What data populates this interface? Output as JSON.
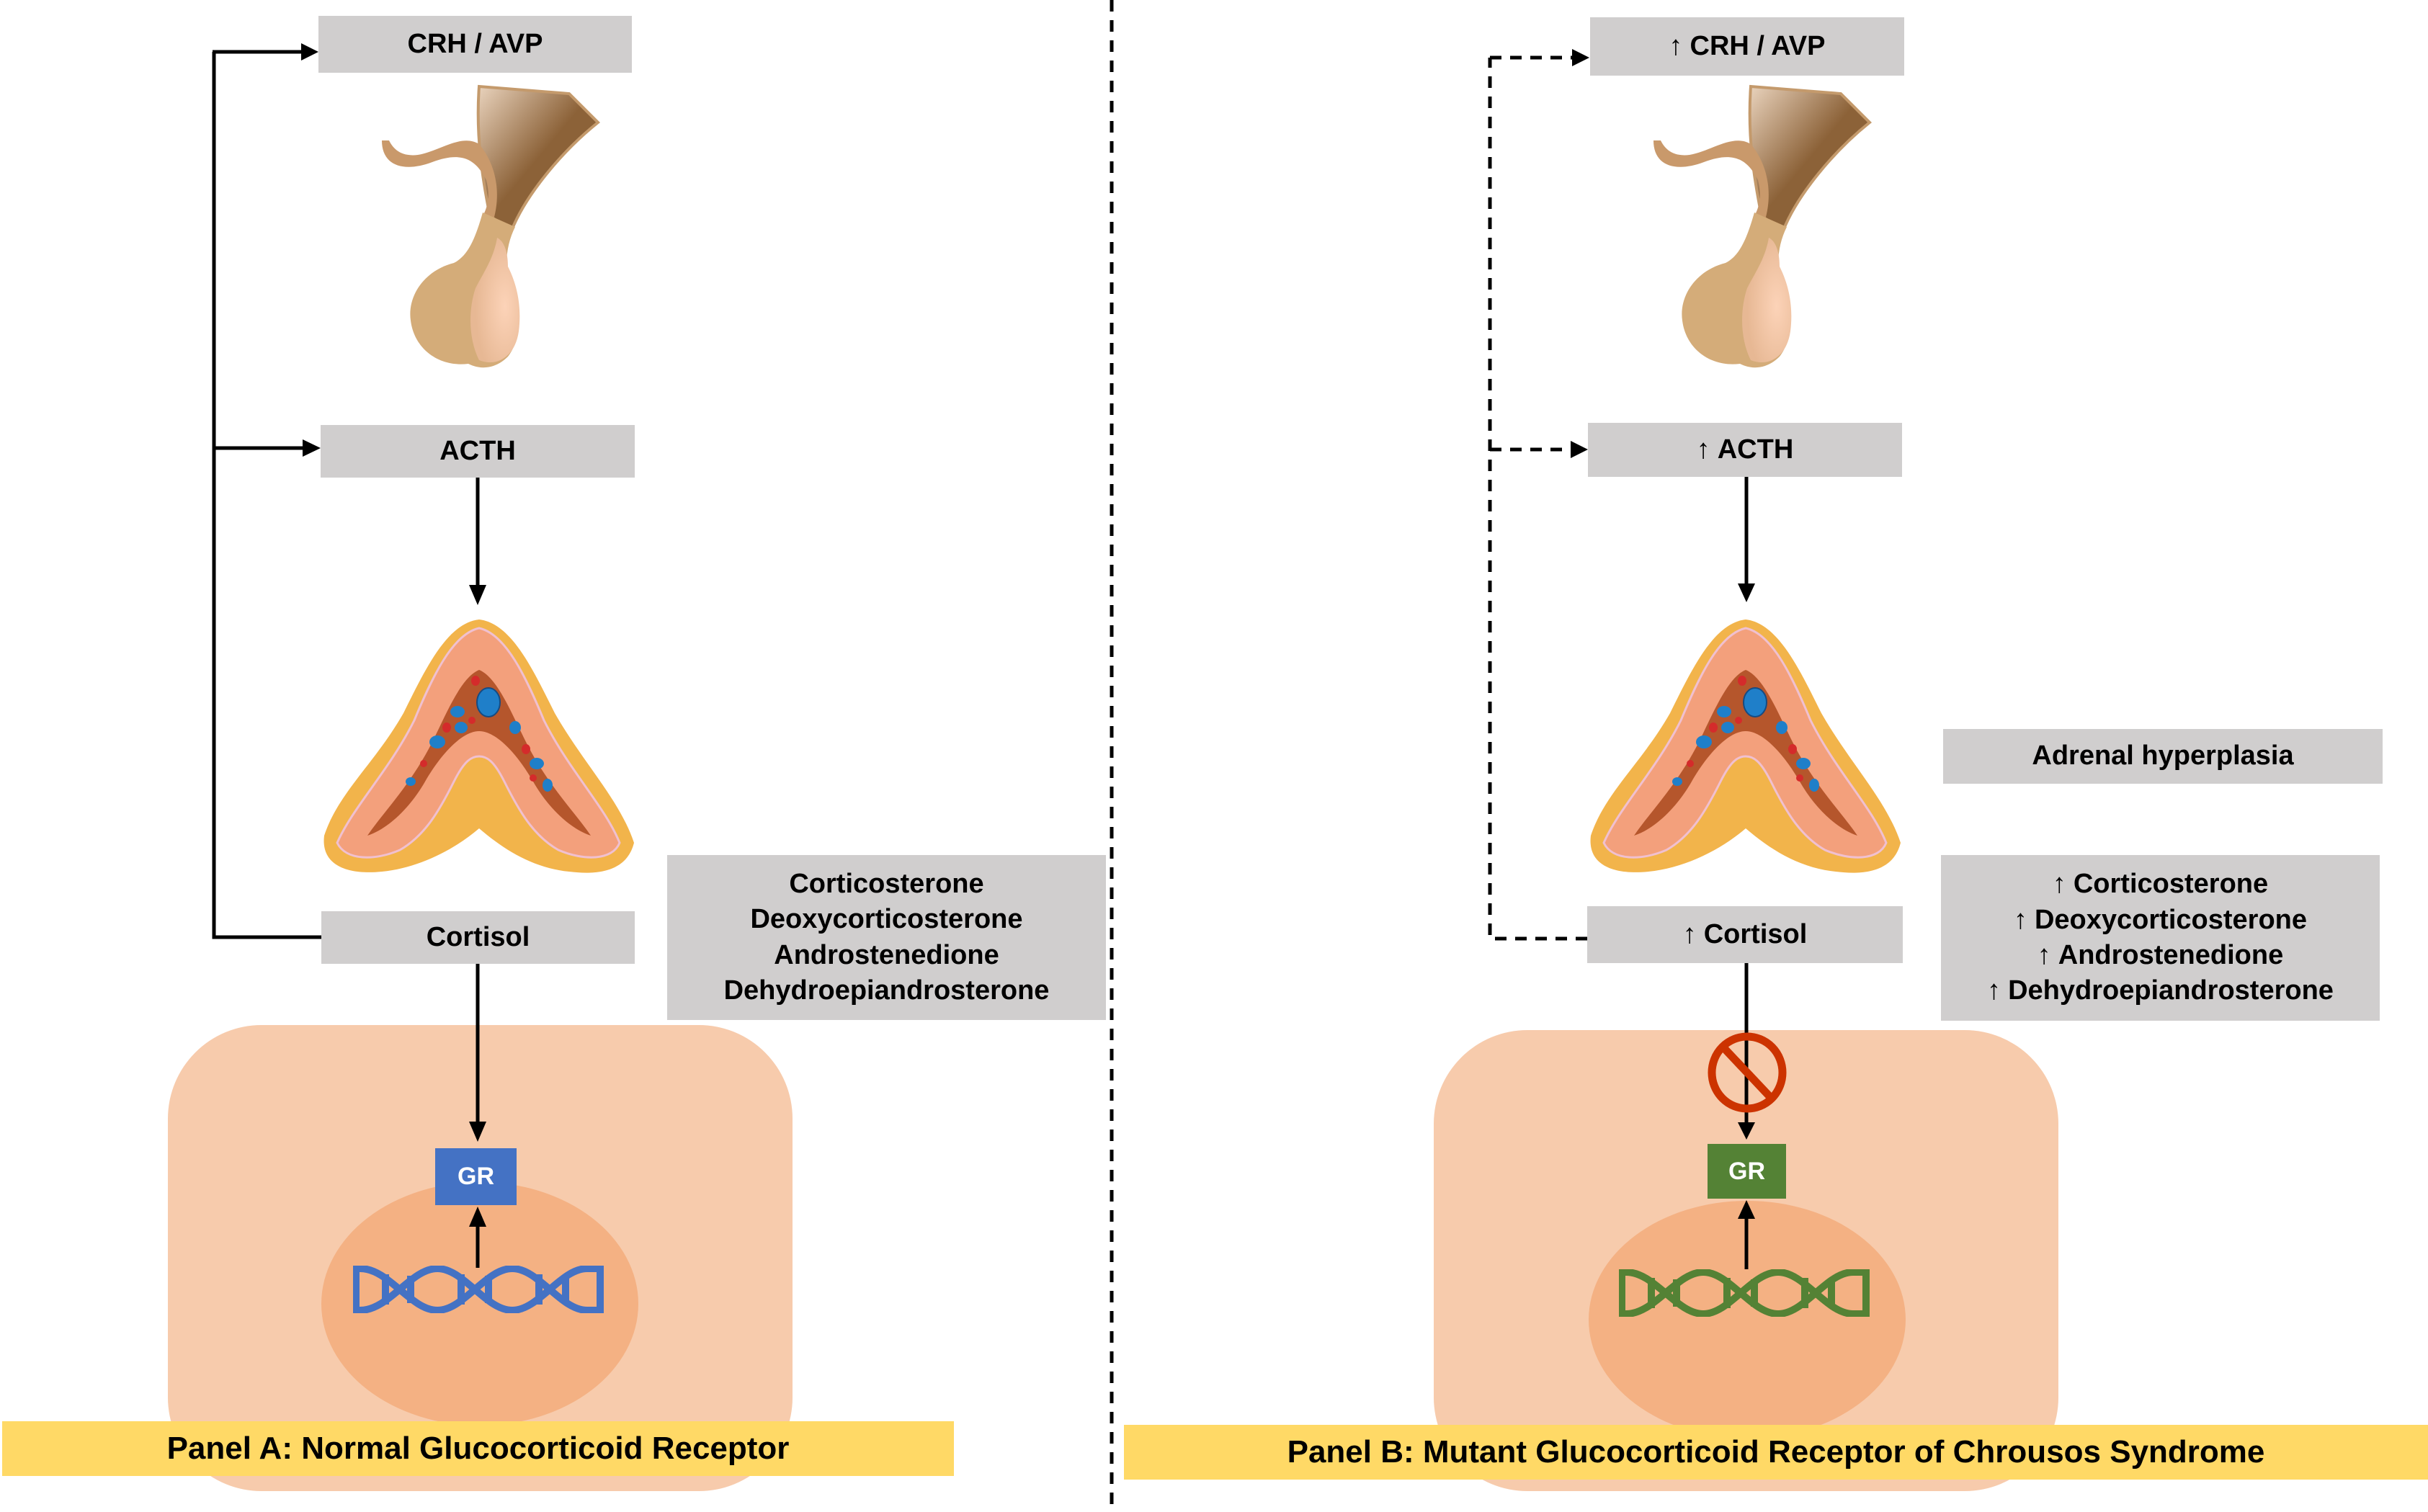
{
  "panel_a": {
    "crh_label": "CRH / AVP",
    "acth_label": "ACTH",
    "cortisol_label": "Cortisol",
    "steroids": [
      "Corticosterone",
      "Deoxycorticosterone",
      "Androstenedione",
      "Dehydroepiandrosterone"
    ],
    "gr_label": "GR",
    "gr_color": "#4472c4",
    "dna_color": "#4472c4",
    "feedback_style": "solid",
    "title": "Panel A: Normal Glucocorticoid Receptor"
  },
  "panel_b": {
    "up_arrow": "↑",
    "crh_label": "CRH / AVP",
    "acth_label": "ACTH",
    "cortisol_label": "Cortisol",
    "hyperplasia_label": "Adrenal hyperplasia",
    "steroids": [
      "Corticosterone",
      "Deoxycorticosterone",
      "Androstenedione",
      "Dehydroepiandrosterone"
    ],
    "gr_label": "GR",
    "gr_color": "#548235",
    "dna_color": "#548235",
    "block_color": "#cc3300",
    "feedback_style": "dashed",
    "title": "Panel B: Mutant Glucocorticoid Receptor of Chrousos Syndrome"
  },
  "colors": {
    "label_box": "#d0cece",
    "cell": "#f7cbac",
    "nucleus": "#f4b183",
    "title_bar": "#ffd966"
  }
}
